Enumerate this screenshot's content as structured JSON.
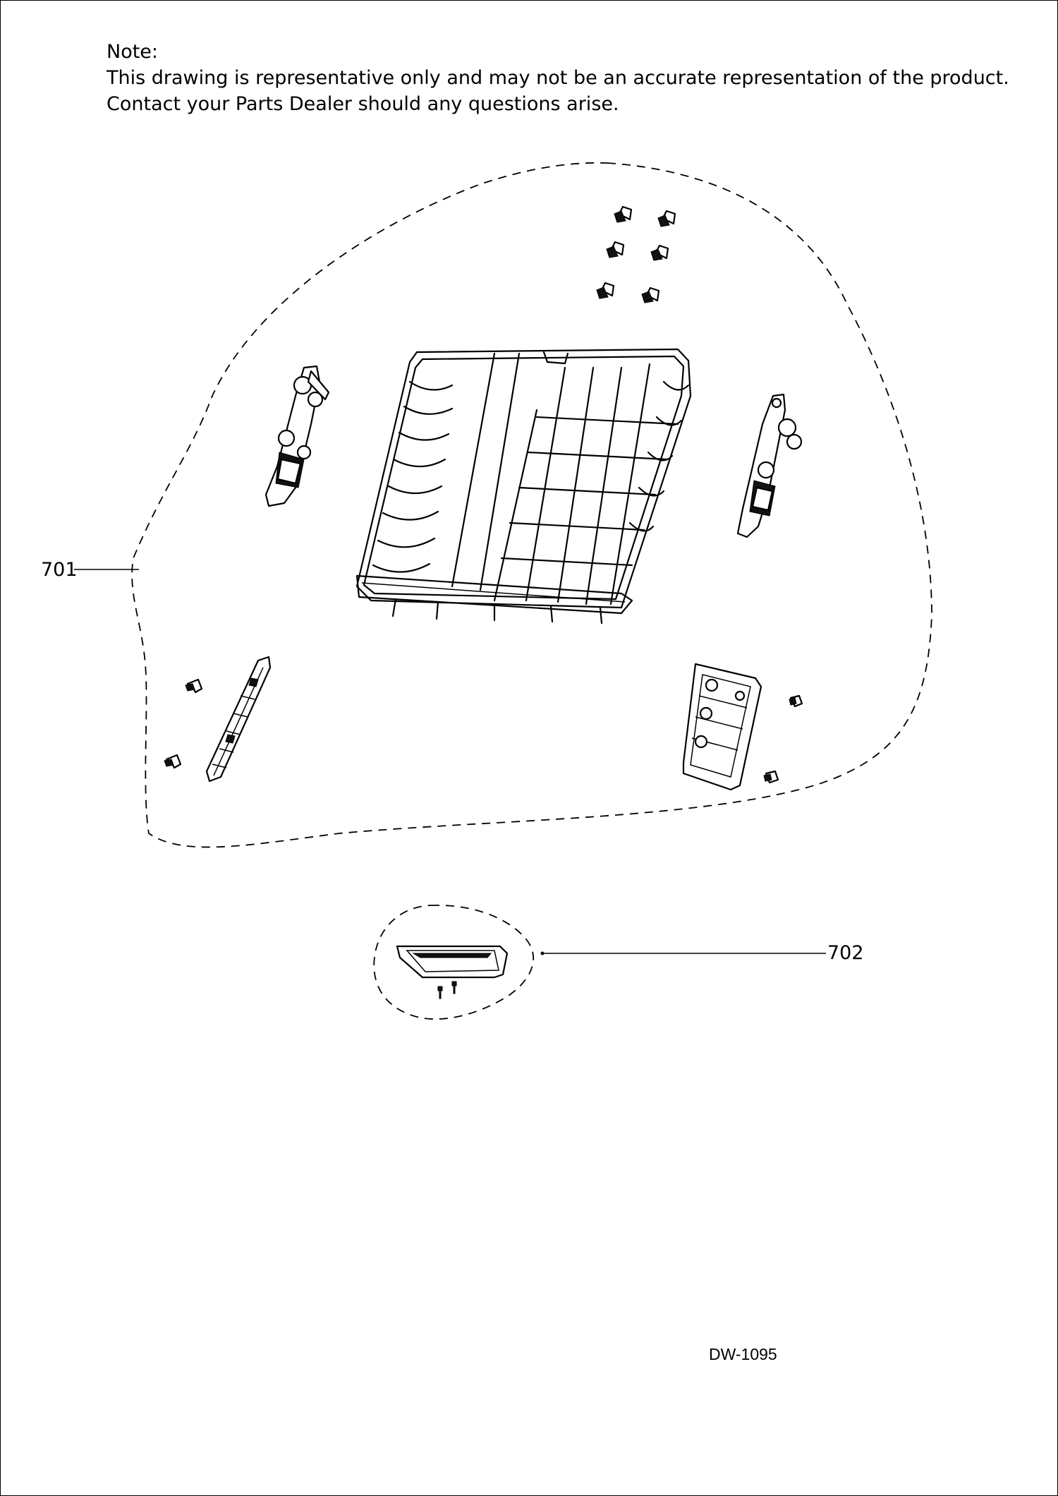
{
  "note": {
    "heading": "Note:",
    "line1": "This drawing is representative only and may not be an accurate representation of the product.",
    "line2": "Contact your Parts Dealer should any questions arise."
  },
  "callouts": {
    "assembly_701": "701",
    "assembly_702": "702"
  },
  "drawing_id": "DW-1095"
}
